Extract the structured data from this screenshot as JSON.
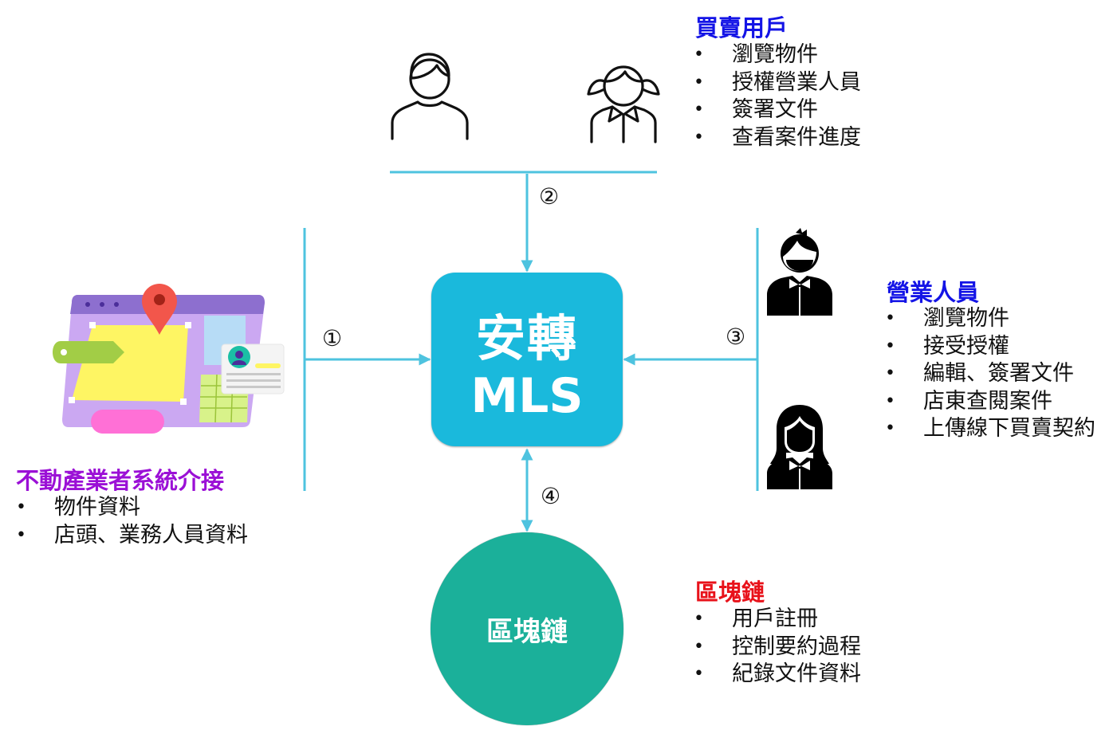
{
  "colors": {
    "connector": "#4ec3df",
    "mls_box": "#1ab9dc",
    "blockchain_circle": "#1bb09a",
    "buyer_heading": "#1414e6",
    "agent_heading": "#1414e6",
    "integration_heading": "#9b10d6",
    "blockchain_heading": "#e8121a"
  },
  "center": {
    "line1": "安轉",
    "line2": "MLS"
  },
  "steps": {
    "s1": "①",
    "s2": "②",
    "s3": "③",
    "s4": "④"
  },
  "blockchain_node": {
    "label": "區塊鏈"
  },
  "buyers": {
    "heading": "買賣用戶",
    "items": [
      "瀏覽物件",
      "授權營業人員",
      "簽署文件",
      "查看案件進度"
    ]
  },
  "agents": {
    "heading": "營業人員",
    "items": [
      "瀏覽物件",
      "接受授權",
      "編輯、簽署文件",
      "店東查閱案件",
      "上傳線下買賣契約"
    ]
  },
  "integration": {
    "heading": "不動產業者系統介接",
    "items": [
      "物件資料",
      "店頭、業務人員資料"
    ]
  },
  "blockchain": {
    "heading": "區塊鏈",
    "items": [
      "用戶註冊",
      "控制要約過程",
      "紀錄文件資料"
    ]
  },
  "bullet_char": "•",
  "icons": {
    "buyer_male": "person-outline-male-icon",
    "buyer_female": "person-outline-female-icon",
    "agent_male": "agent-male-icon",
    "agent_female": "agent-female-icon",
    "system": "real-estate-system-illustration"
  }
}
